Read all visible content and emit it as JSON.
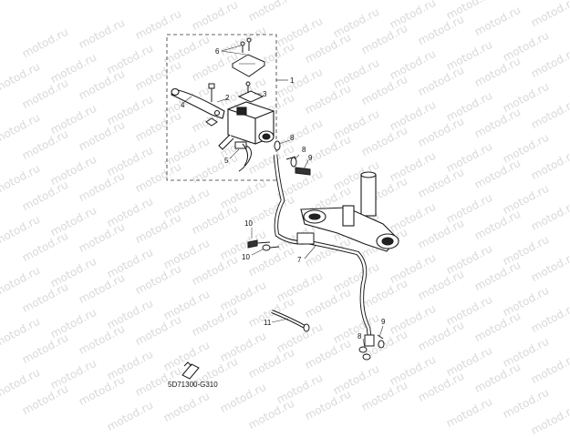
{
  "watermark": "motod.ru",
  "callouts": {
    "c1": "1",
    "c2": "2",
    "c3": "3",
    "c4": "4",
    "c5": "5",
    "c6": "6",
    "c7": "7",
    "c8a": "8",
    "c8b": "8",
    "c9a": "9",
    "c8c": "8",
    "c9b": "9",
    "c10a": "10",
    "c10b": "10",
    "c11": "11"
  },
  "diagram_code": "5D71300-G310",
  "colors": {
    "line": "#1a1a1a",
    "watermark": "#d9d9d9",
    "background": "#ffffff"
  }
}
